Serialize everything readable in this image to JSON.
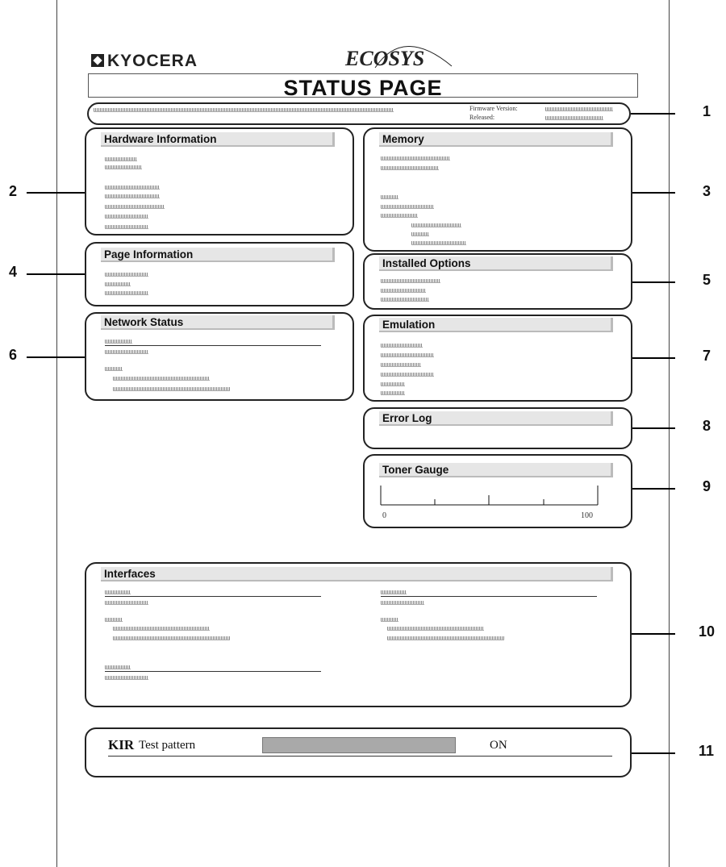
{
  "header": {
    "brand": "KYOCERA",
    "product_logo": "ECOSYS",
    "title": "STATUS PAGE",
    "firmware_label": "Firmware Version:",
    "released_label": "Released:"
  },
  "sections": {
    "hardware": "Hardware Information",
    "memory": "Memory",
    "page": "Page Information",
    "options": "Installed Options",
    "network": "Network Status",
    "emulation": "Emulation",
    "errorlog": "Error Log",
    "toner": "Toner Gauge",
    "interfaces": "Interfaces"
  },
  "toner": {
    "min_label": "0",
    "max_label": "100"
  },
  "kir": {
    "label": "KIR",
    "pattern_label": "Test pattern",
    "status": "ON"
  },
  "callouts": [
    "1",
    "2",
    "3",
    "4",
    "5",
    "6",
    "7",
    "8",
    "9",
    "10",
    "11"
  ]
}
